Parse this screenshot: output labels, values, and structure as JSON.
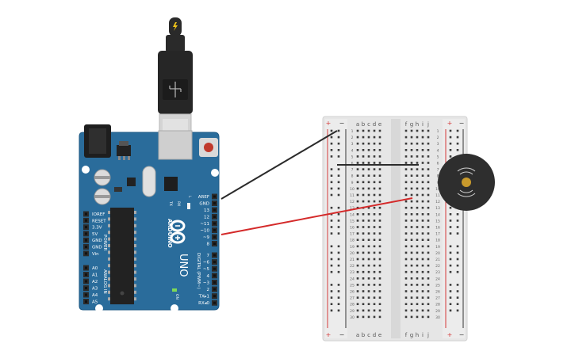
{
  "usb": {
    "bolt_icon": "lightning-bolt-icon"
  },
  "arduino": {
    "brand": "ARDUINO",
    "model": "UNO",
    "on_label": "ON",
    "tx_label": "TX",
    "rx_label": "RX",
    "l_label": "L",
    "power_header_label": "POWER",
    "analog_header_label": "ANALOG IN",
    "digital_header_label": "DIGITAL (PWM~)",
    "power_pins": [
      "IOREF",
      "RESET",
      "3.3V",
      "5V",
      "GND",
      "GND",
      "Vin"
    ],
    "analog_pins": [
      "A0",
      "A1",
      "A2",
      "A3",
      "A4",
      "A5"
    ],
    "digital_upper_pins": [
      "AREF",
      "GND",
      "13",
      "12",
      "~11",
      "~10",
      "~9",
      "8"
    ],
    "digital_lower_pins": [
      "7",
      "~6",
      "~5",
      "4",
      "~3",
      "2",
      "TX▸1",
      "RX◂0"
    ],
    "colors": {
      "board": "#2a6c9b",
      "board_edge": "#1f5a85",
      "text": "#ffffff",
      "header": "#2b2b2b"
    }
  },
  "breadboard": {
    "column_letters": [
      "a",
      "b",
      "c",
      "d",
      "e",
      "f",
      "g",
      "h",
      "i",
      "j"
    ],
    "row_numbers": [
      "1",
      "2",
      "3",
      "4",
      "5",
      "6",
      "7",
      "8",
      "9",
      "10",
      "11",
      "12",
      "13",
      "14",
      "15",
      "16",
      "17",
      "18",
      "19",
      "20",
      "21",
      "22",
      "23",
      "24",
      "25",
      "26",
      "27",
      "28",
      "29",
      "30"
    ],
    "plus_label": "+",
    "minus_label": "−",
    "colors": {
      "body": "#e9e9e9",
      "rail_red": "#d43a3a",
      "rail_black": "#333333",
      "hole": "#3a3a3a"
    }
  },
  "wires": [
    {
      "name": "gnd-wire",
      "from": "GND",
      "to": "breadboard-row-1",
      "color": "#2b2b2b"
    },
    {
      "name": "signal-wire",
      "from": "~9",
      "to": "breadboard-row-11",
      "color": "#d42a2a"
    },
    {
      "name": "jumper-wire",
      "from": "breadboard-row-6-a",
      "to": "breadboard-row-6-i",
      "color": "#2b2b2b"
    }
  ],
  "buzzer": {
    "name": "piezo-buzzer",
    "body_color": "#2e2e2e",
    "center_color": "#c89a2c"
  }
}
